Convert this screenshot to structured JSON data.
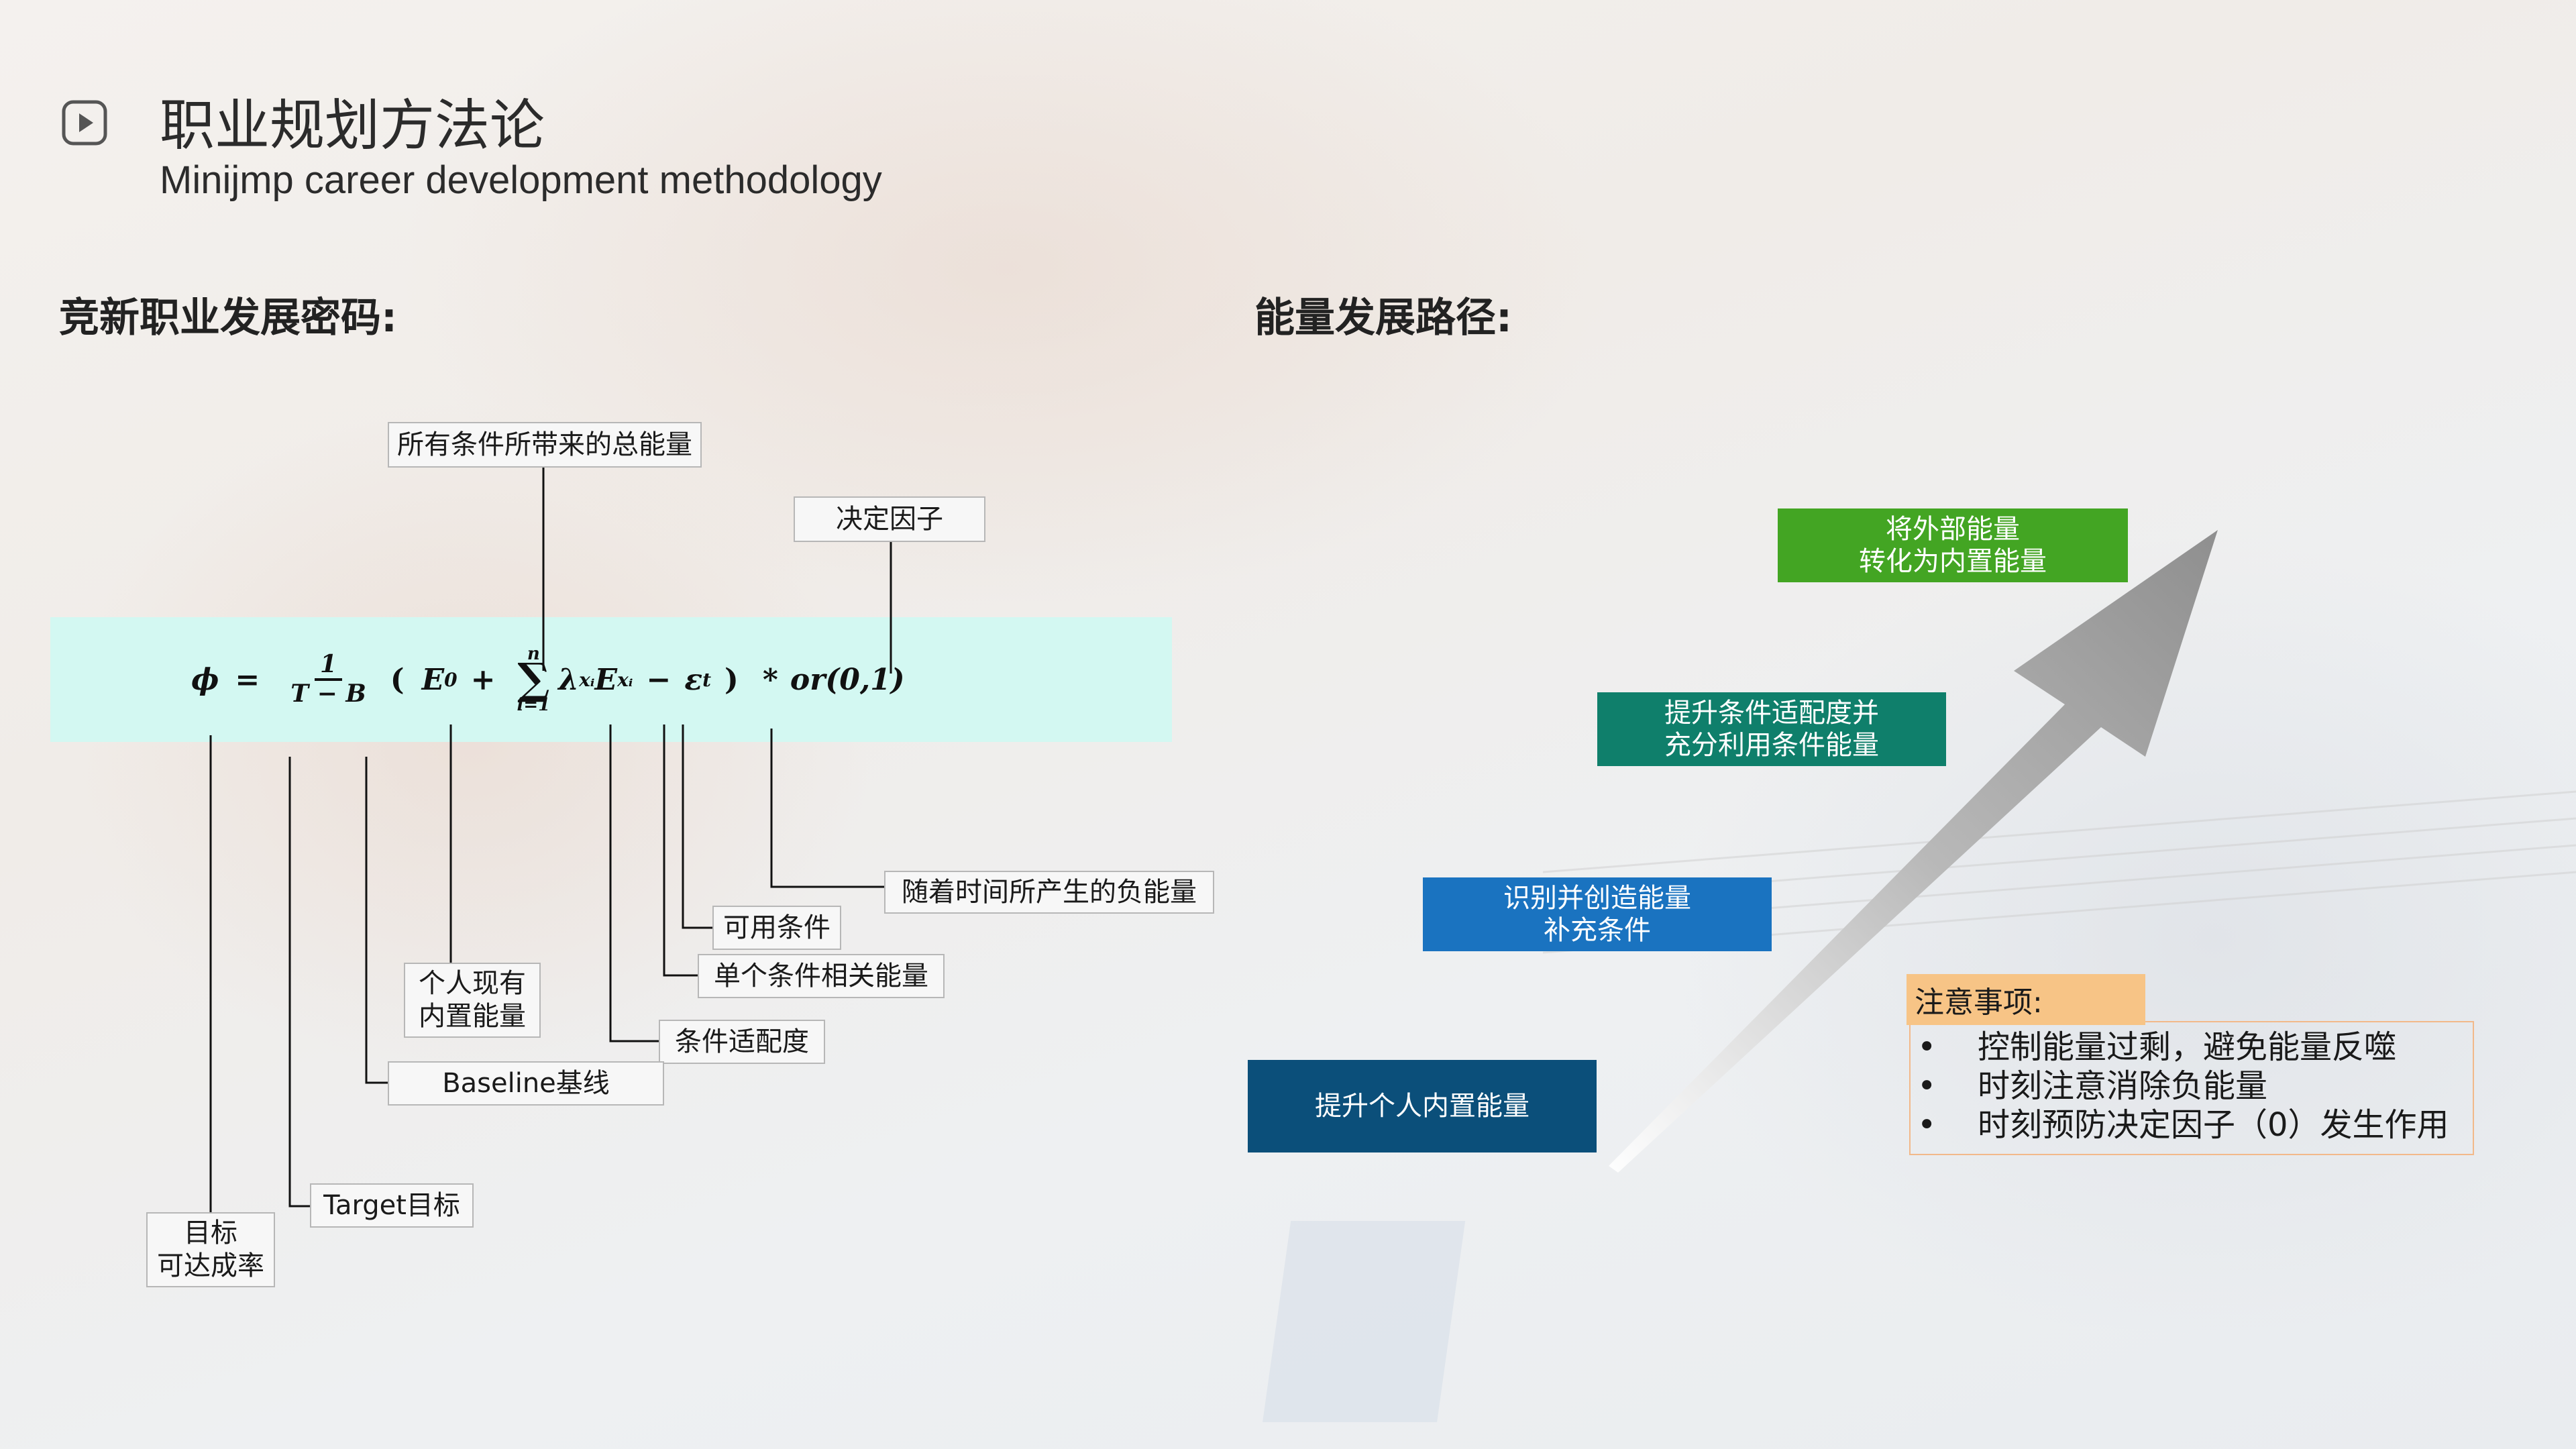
{
  "header": {
    "title": "职业规划方法论",
    "subtitle": "Minijmp career development methodology",
    "icon": "play-icon"
  },
  "left_section": {
    "heading": "竞新职业发展密码:",
    "formula": {
      "phi": "ϕ",
      "eq": "=",
      "frac_num": "1",
      "frac_den": "T − B",
      "open": "(",
      "e0": "E",
      "e0_sub": "0",
      "plus": "+",
      "sigma_top": "n",
      "sigma": "∑",
      "sigma_bottom": "i=1",
      "lambda": "λ",
      "lambda_sub": "xᵢ",
      "e": "E",
      "e_sub": "xᵢ",
      "minus": "−",
      "eps": "ε",
      "eps_sub": "t",
      "close": ")",
      "times": "*",
      "or": "or(0,1)"
    },
    "labels": {
      "total_energy": "所有条件所带来的总能量",
      "decision_factor": "决定因子",
      "negative_energy": "随着时间所产生的负能量",
      "available_conditions": "可用条件",
      "single_condition_energy": "单个条件相关能量",
      "personal_energy_line1": "个人现有",
      "personal_energy_line2": "内置能量",
      "condition_fit": "条件适配度",
      "baseline": "Baseline基线",
      "target": "Target目标",
      "rate_line1": "目标",
      "rate_line2": "可达成率"
    }
  },
  "right_section": {
    "heading": "能量发展路径:",
    "steps": [
      {
        "line1": "提升个人内置能量",
        "line2": ""
      },
      {
        "line1": "识别并创造能量",
        "line2": "补充条件"
      },
      {
        "line1": "提升条件适配度并",
        "line2": "充分利用条件能量"
      },
      {
        "line1": "将外部能量",
        "line2": "转化为内置能量"
      }
    ],
    "step_colors": [
      "#0b4f7a",
      "#1a73c0",
      "#0f7f6b",
      "#43a523"
    ],
    "notes": {
      "title": "注意事项:",
      "bullet": "•",
      "items": [
        "控制能量过剩，避免能量反噬",
        "时刻注意消除负能量",
        "时刻预防决定因子（0）发生作用"
      ]
    }
  }
}
